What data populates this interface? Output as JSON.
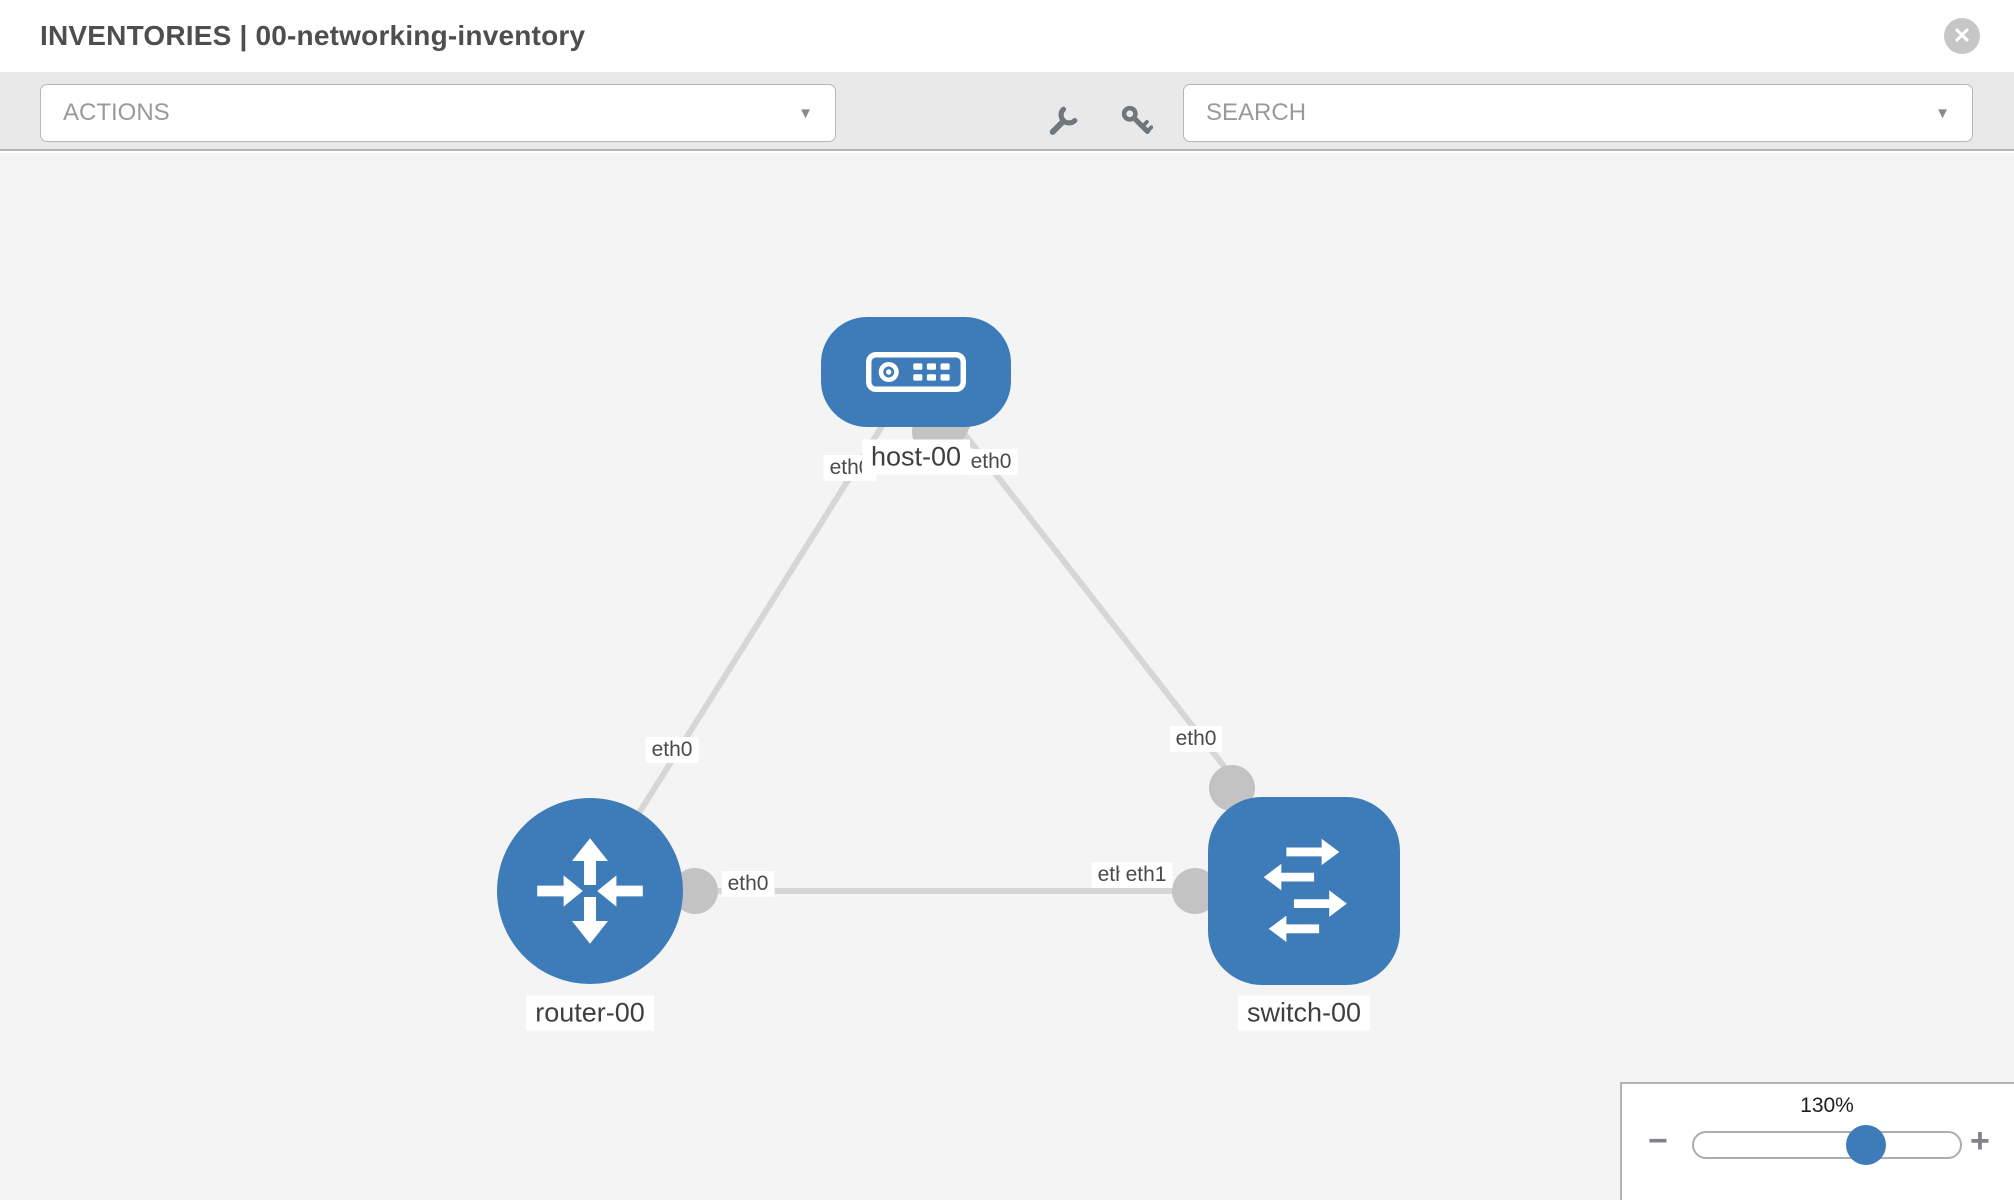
{
  "header": {
    "title": "INVENTORIES | 00-networking-inventory"
  },
  "toolbar": {
    "actions_placeholder": "ACTIONS",
    "search_placeholder": "SEARCH"
  },
  "icons": {
    "caret": "▼",
    "close_glyph": "✕"
  },
  "colors": {
    "node_blue": "#3d7cb8",
    "link_gray": "#d6d6d6",
    "connector_gray": "#c3c3c3",
    "canvas_bg": "#f4f4f4",
    "toolbar_bg": "#e9e9e9"
  },
  "topology": {
    "nodes": [
      {
        "id": "host-00",
        "type": "host",
        "label": "host-00"
      },
      {
        "id": "router-00",
        "type": "router",
        "label": "router-00"
      },
      {
        "id": "switch-00",
        "type": "switch",
        "label": "switch-00"
      }
    ],
    "links": [
      {
        "from": "host-00",
        "to": "router-00"
      },
      {
        "from": "host-00",
        "to": "switch-00"
      },
      {
        "from": "router-00",
        "to": "switch-00"
      }
    ],
    "interface_labels": {
      "host_left": "eth0",
      "host_right": "eth0",
      "router_link_mid": "eth0",
      "switch_top": "eth0",
      "router_right": "eth0",
      "switch_left_back": "eth0",
      "switch_left_front": "eth1"
    }
  },
  "zoom_control": {
    "value": "130%",
    "minus_label": "−",
    "plus_label": "+"
  }
}
